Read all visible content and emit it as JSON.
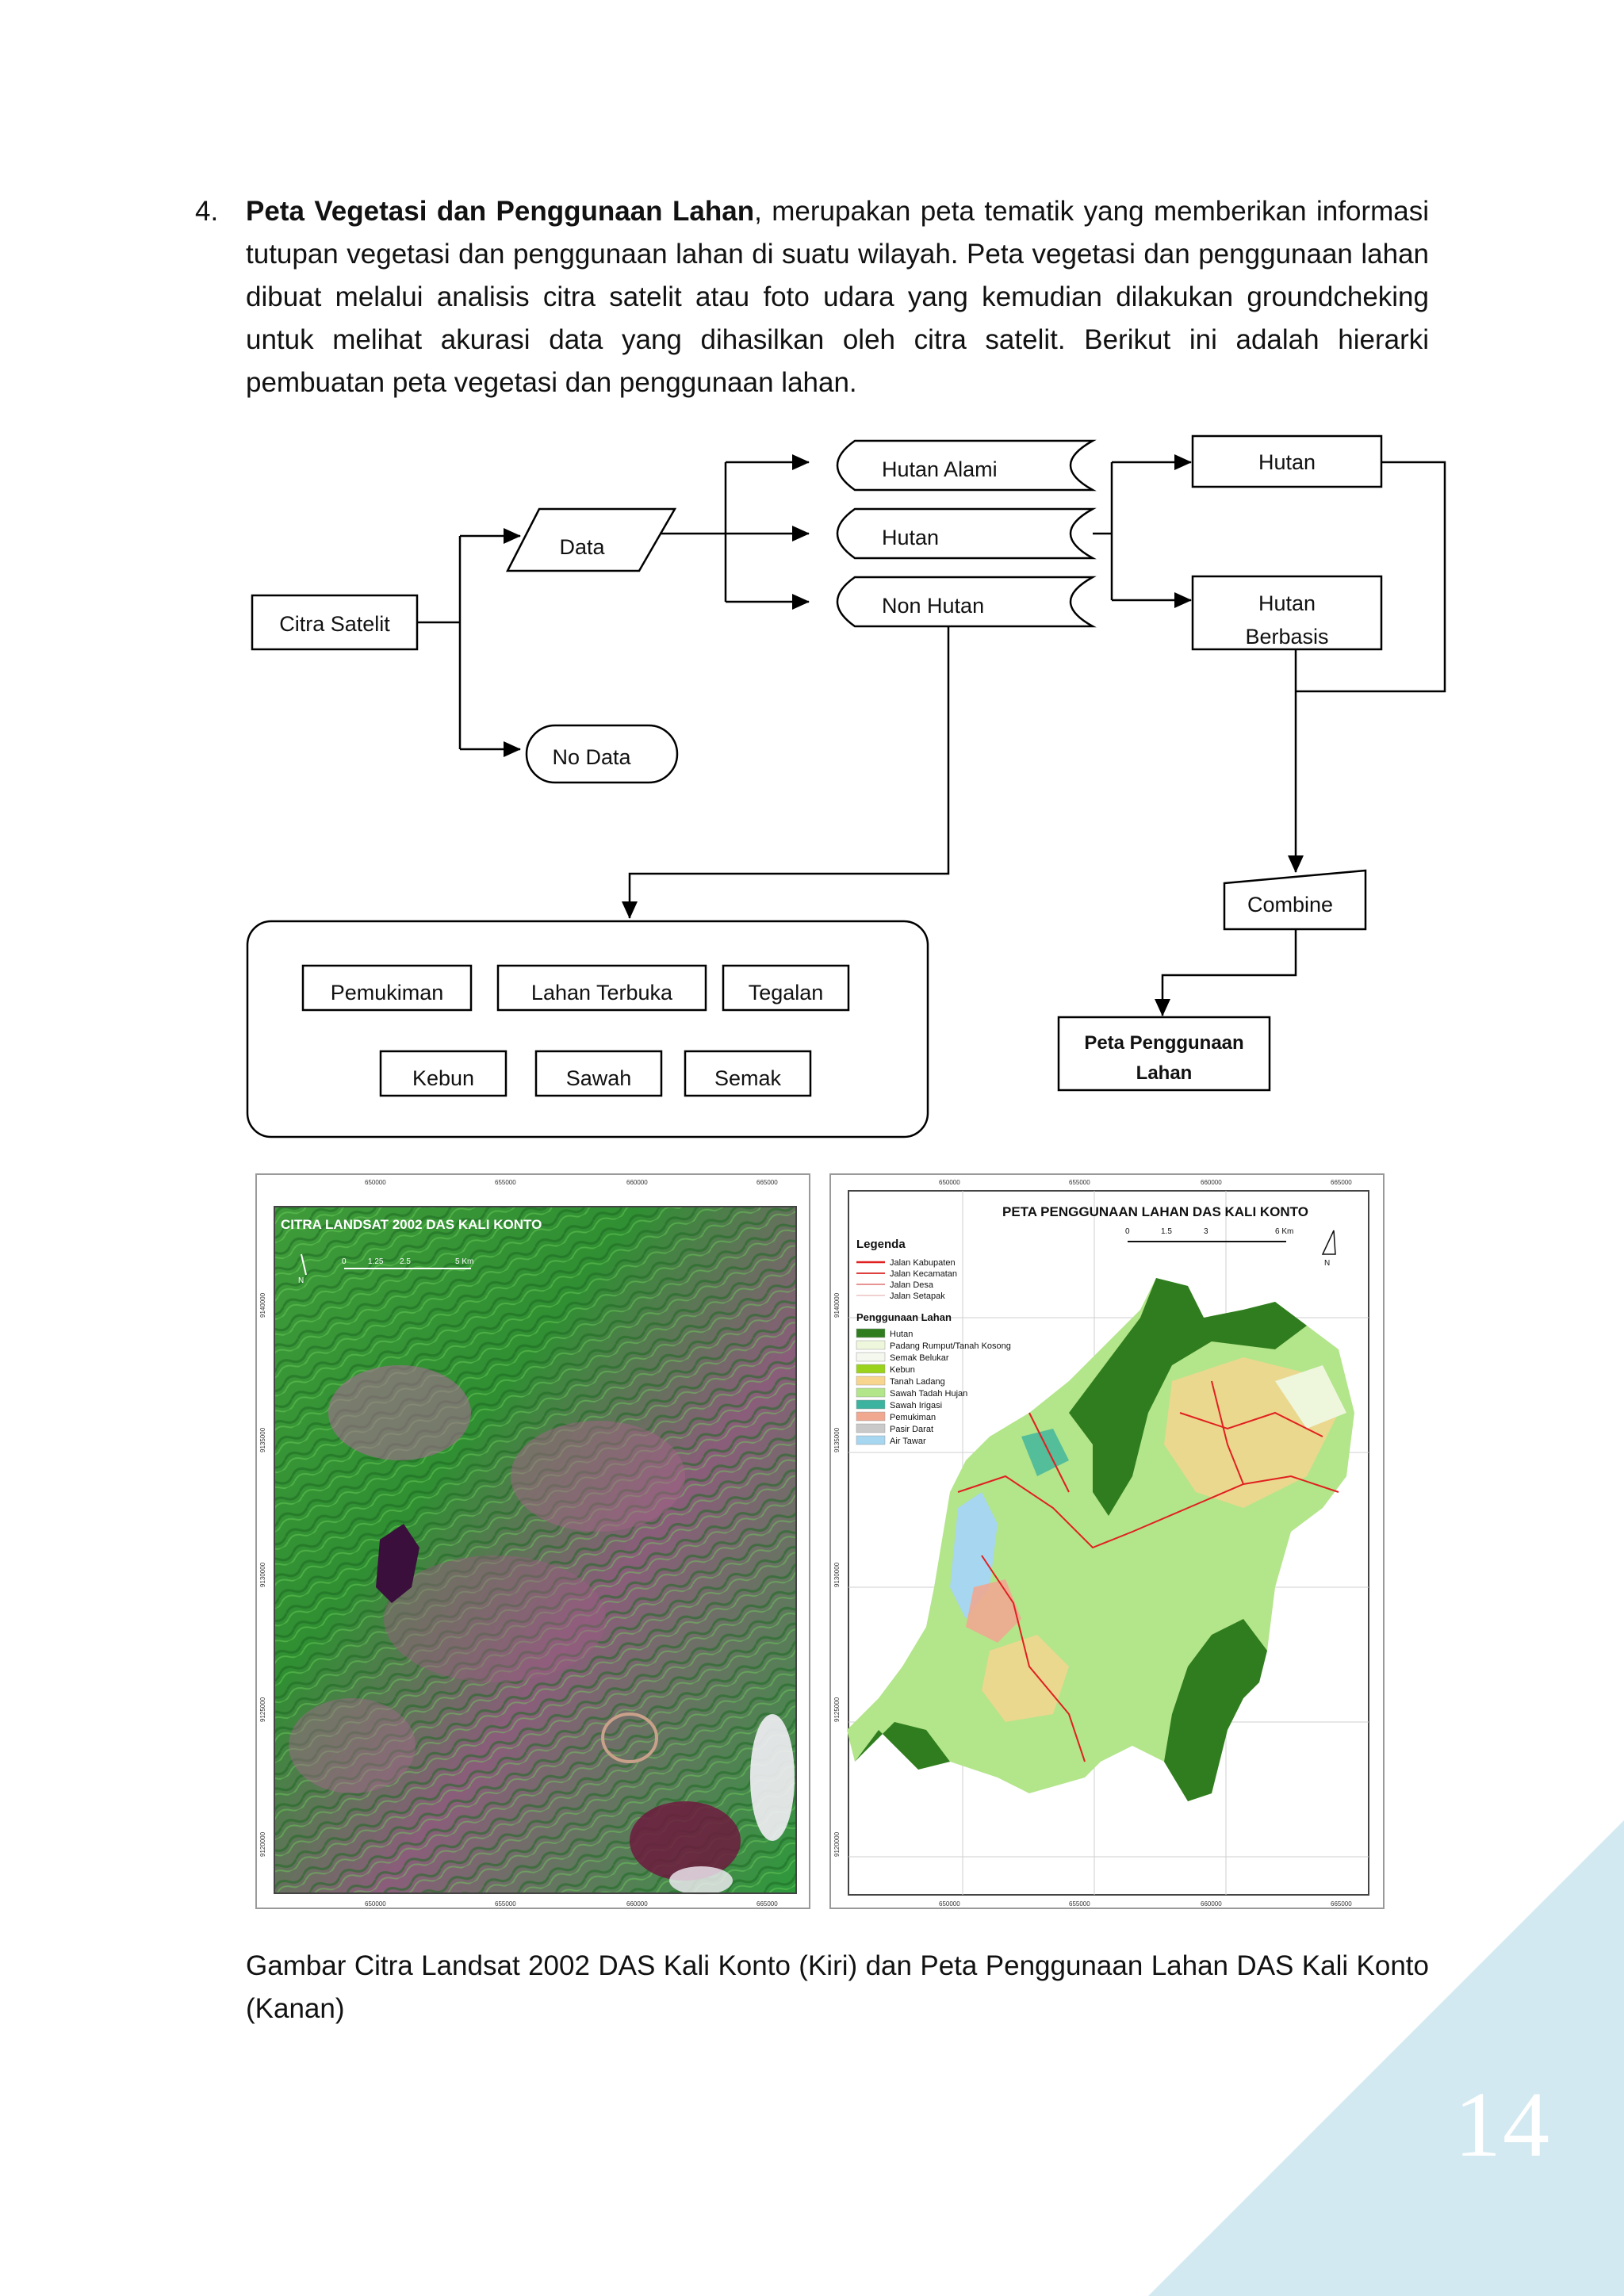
{
  "section": {
    "number": "4.",
    "bold_title": "Peta Vegetasi dan Penggunaan Lahan",
    "body": ", merupakan peta tematik yang memberikan informasi tutupan vegetasi dan penggunaan lahan di suatu wilayah. Peta vegetasi dan penggunaan lahan dibuat melalui analisis citra satelit atau foto udara yang kemudian dilakukan groundcheking untuk melihat akurasi data yang dihasilkan oleh citra satelit. Berikut ini adalah hierarki pembuatan peta vegetasi dan penggunaan lahan."
  },
  "flowchart": {
    "citra_satelit": "Citra Satelit",
    "data": "Data",
    "no_data": "No Data",
    "hutan_alami": "Hutan Alami",
    "hutan": "Hutan",
    "non_hutan": "Non Hutan",
    "out_hutan": "Hutan",
    "out_hutan_berbasis_1": "Hutan",
    "out_hutan_berbasis_2": "Berbasis",
    "combine": "Combine",
    "result_1": "Peta Penggunaan",
    "result_2": "Lahan",
    "classes": [
      "Pemukiman",
      "Lahan Terbuka",
      "Tegalan",
      "Kebun",
      "Sawah",
      "Semak"
    ]
  },
  "left_map": {
    "title": "CITRA LANDSAT 2002 DAS KALI KONTO",
    "north": "N",
    "scale": [
      "0",
      "1.25",
      "2.5",
      "5 Km"
    ],
    "x_ticks": [
      "650000",
      "655000",
      "660000",
      "665000"
    ],
    "y_ticks": [
      "9140000",
      "9135000",
      "9130000",
      "9125000",
      "9120000"
    ]
  },
  "right_map": {
    "title": "PETA PENGGUNAAN LAHAN DAS KALI KONTO",
    "north": "N",
    "scale": [
      "0",
      "1.5",
      "3",
      "6 Km"
    ],
    "legend_title": "Legenda",
    "roads": [
      "Jalan Kabupaten",
      "Jalan Kecamatan",
      "Jalan Desa",
      "Jalan Setapak"
    ],
    "landuse_title": "Penggunaan Lahan",
    "landuse": [
      {
        "label": "Hutan",
        "color": "#2f7d1e"
      },
      {
        "label": "Padang Rumput/Tanah Kosong",
        "color": "#eef6dc"
      },
      {
        "label": "Semak Belukar",
        "color": "#f4f8ee"
      },
      {
        "label": "Kebun",
        "color": "#9ad21c"
      },
      {
        "label": "Tanah Ladang",
        "color": "#f7d58e"
      },
      {
        "label": "Sawah Tadah Hujan",
        "color": "#b3e58a"
      },
      {
        "label": "Sawah Irigasi",
        "color": "#3cb39e"
      },
      {
        "label": "Pemukiman",
        "color": "#f0a890"
      },
      {
        "label": "Pasir Darat",
        "color": "#c9c9c9"
      },
      {
        "label": "Air Tawar",
        "color": "#a6d6f0"
      }
    ],
    "x_ticks": [
      "650000",
      "655000",
      "660000",
      "665000"
    ],
    "y_ticks": [
      "9140000",
      "9135000",
      "9130000",
      "9125000",
      "9120000"
    ]
  },
  "caption": "Gambar Citra Landsat 2002 DAS Kali Konto (Kiri) dan Peta Penggunaan Lahan DAS Kali Konto (Kanan)",
  "page_number": "14"
}
